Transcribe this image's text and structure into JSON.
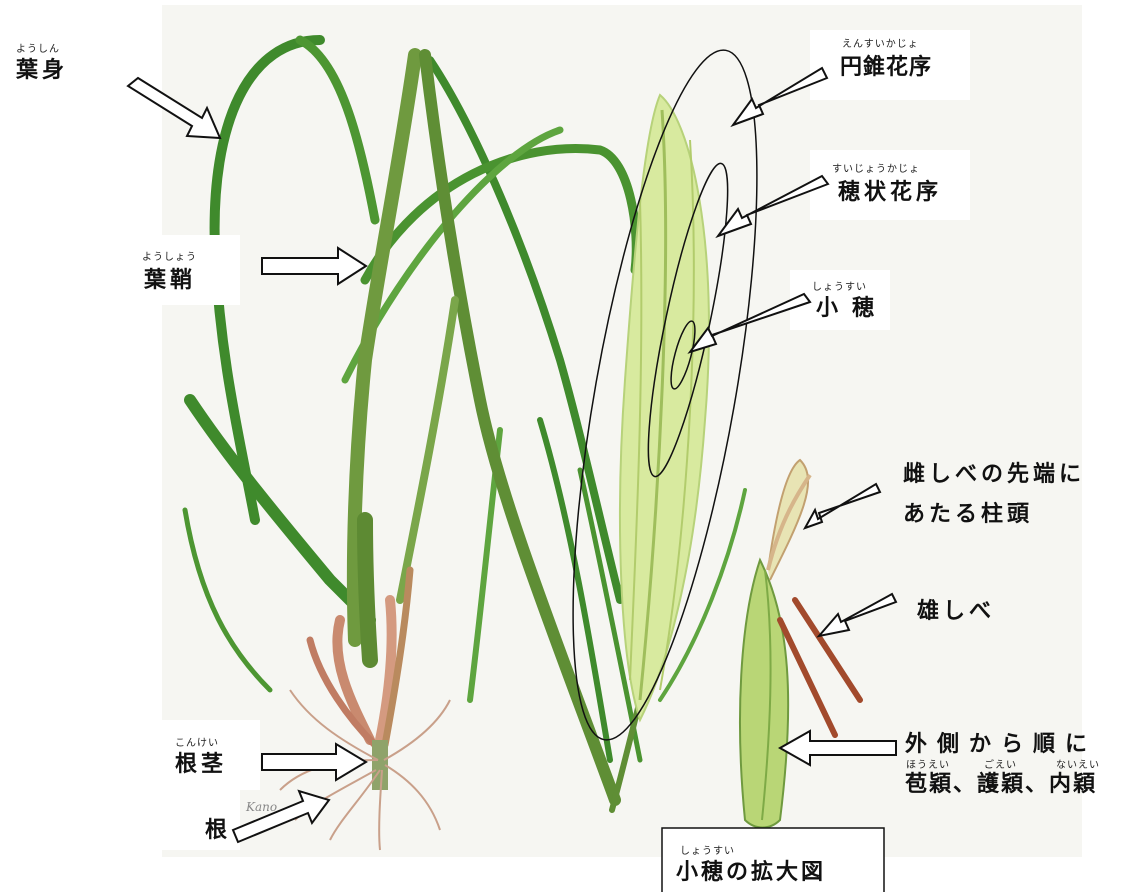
{
  "labels": {
    "youshin": {
      "ruby": "ようしん",
      "text": "葉身"
    },
    "youshou": {
      "ruby": "ようしょう",
      "text": "葉鞘"
    },
    "enkasui": {
      "ruby": "えんすいかじょ",
      "text": "円錐花序"
    },
    "suijou": {
      "ruby": "すいじょうかじょ",
      "text": "穂状花序"
    },
    "shousui": {
      "ruby": "しょうすい",
      "text": "小穂"
    },
    "meshibe_line1": "雌しべの先端に",
    "meshibe_line2": "あたる柱頭",
    "oshibe": "雄しべ",
    "bract_line1": "外側から順に",
    "bract_ruby": [
      "ほうえい",
      "ごえい",
      "ないえい"
    ],
    "bract_line2": "苞穎、護穎、内穎",
    "konkei": {
      "ruby": "こんけい",
      "text": "根茎"
    },
    "ne": "根",
    "caption": {
      "ruby": "しょうすい",
      "text": "小穂の拡大図"
    }
  },
  "signature": "Kano",
  "colors": {
    "leaf_dark": "#3f8a2c",
    "leaf_mid": "#5ea53f",
    "stem": "#6f9a3f",
    "spike": "#cfe59a",
    "root": "#c98a6f",
    "anther": "#a24a2c",
    "paper": "#f6f6f2"
  }
}
